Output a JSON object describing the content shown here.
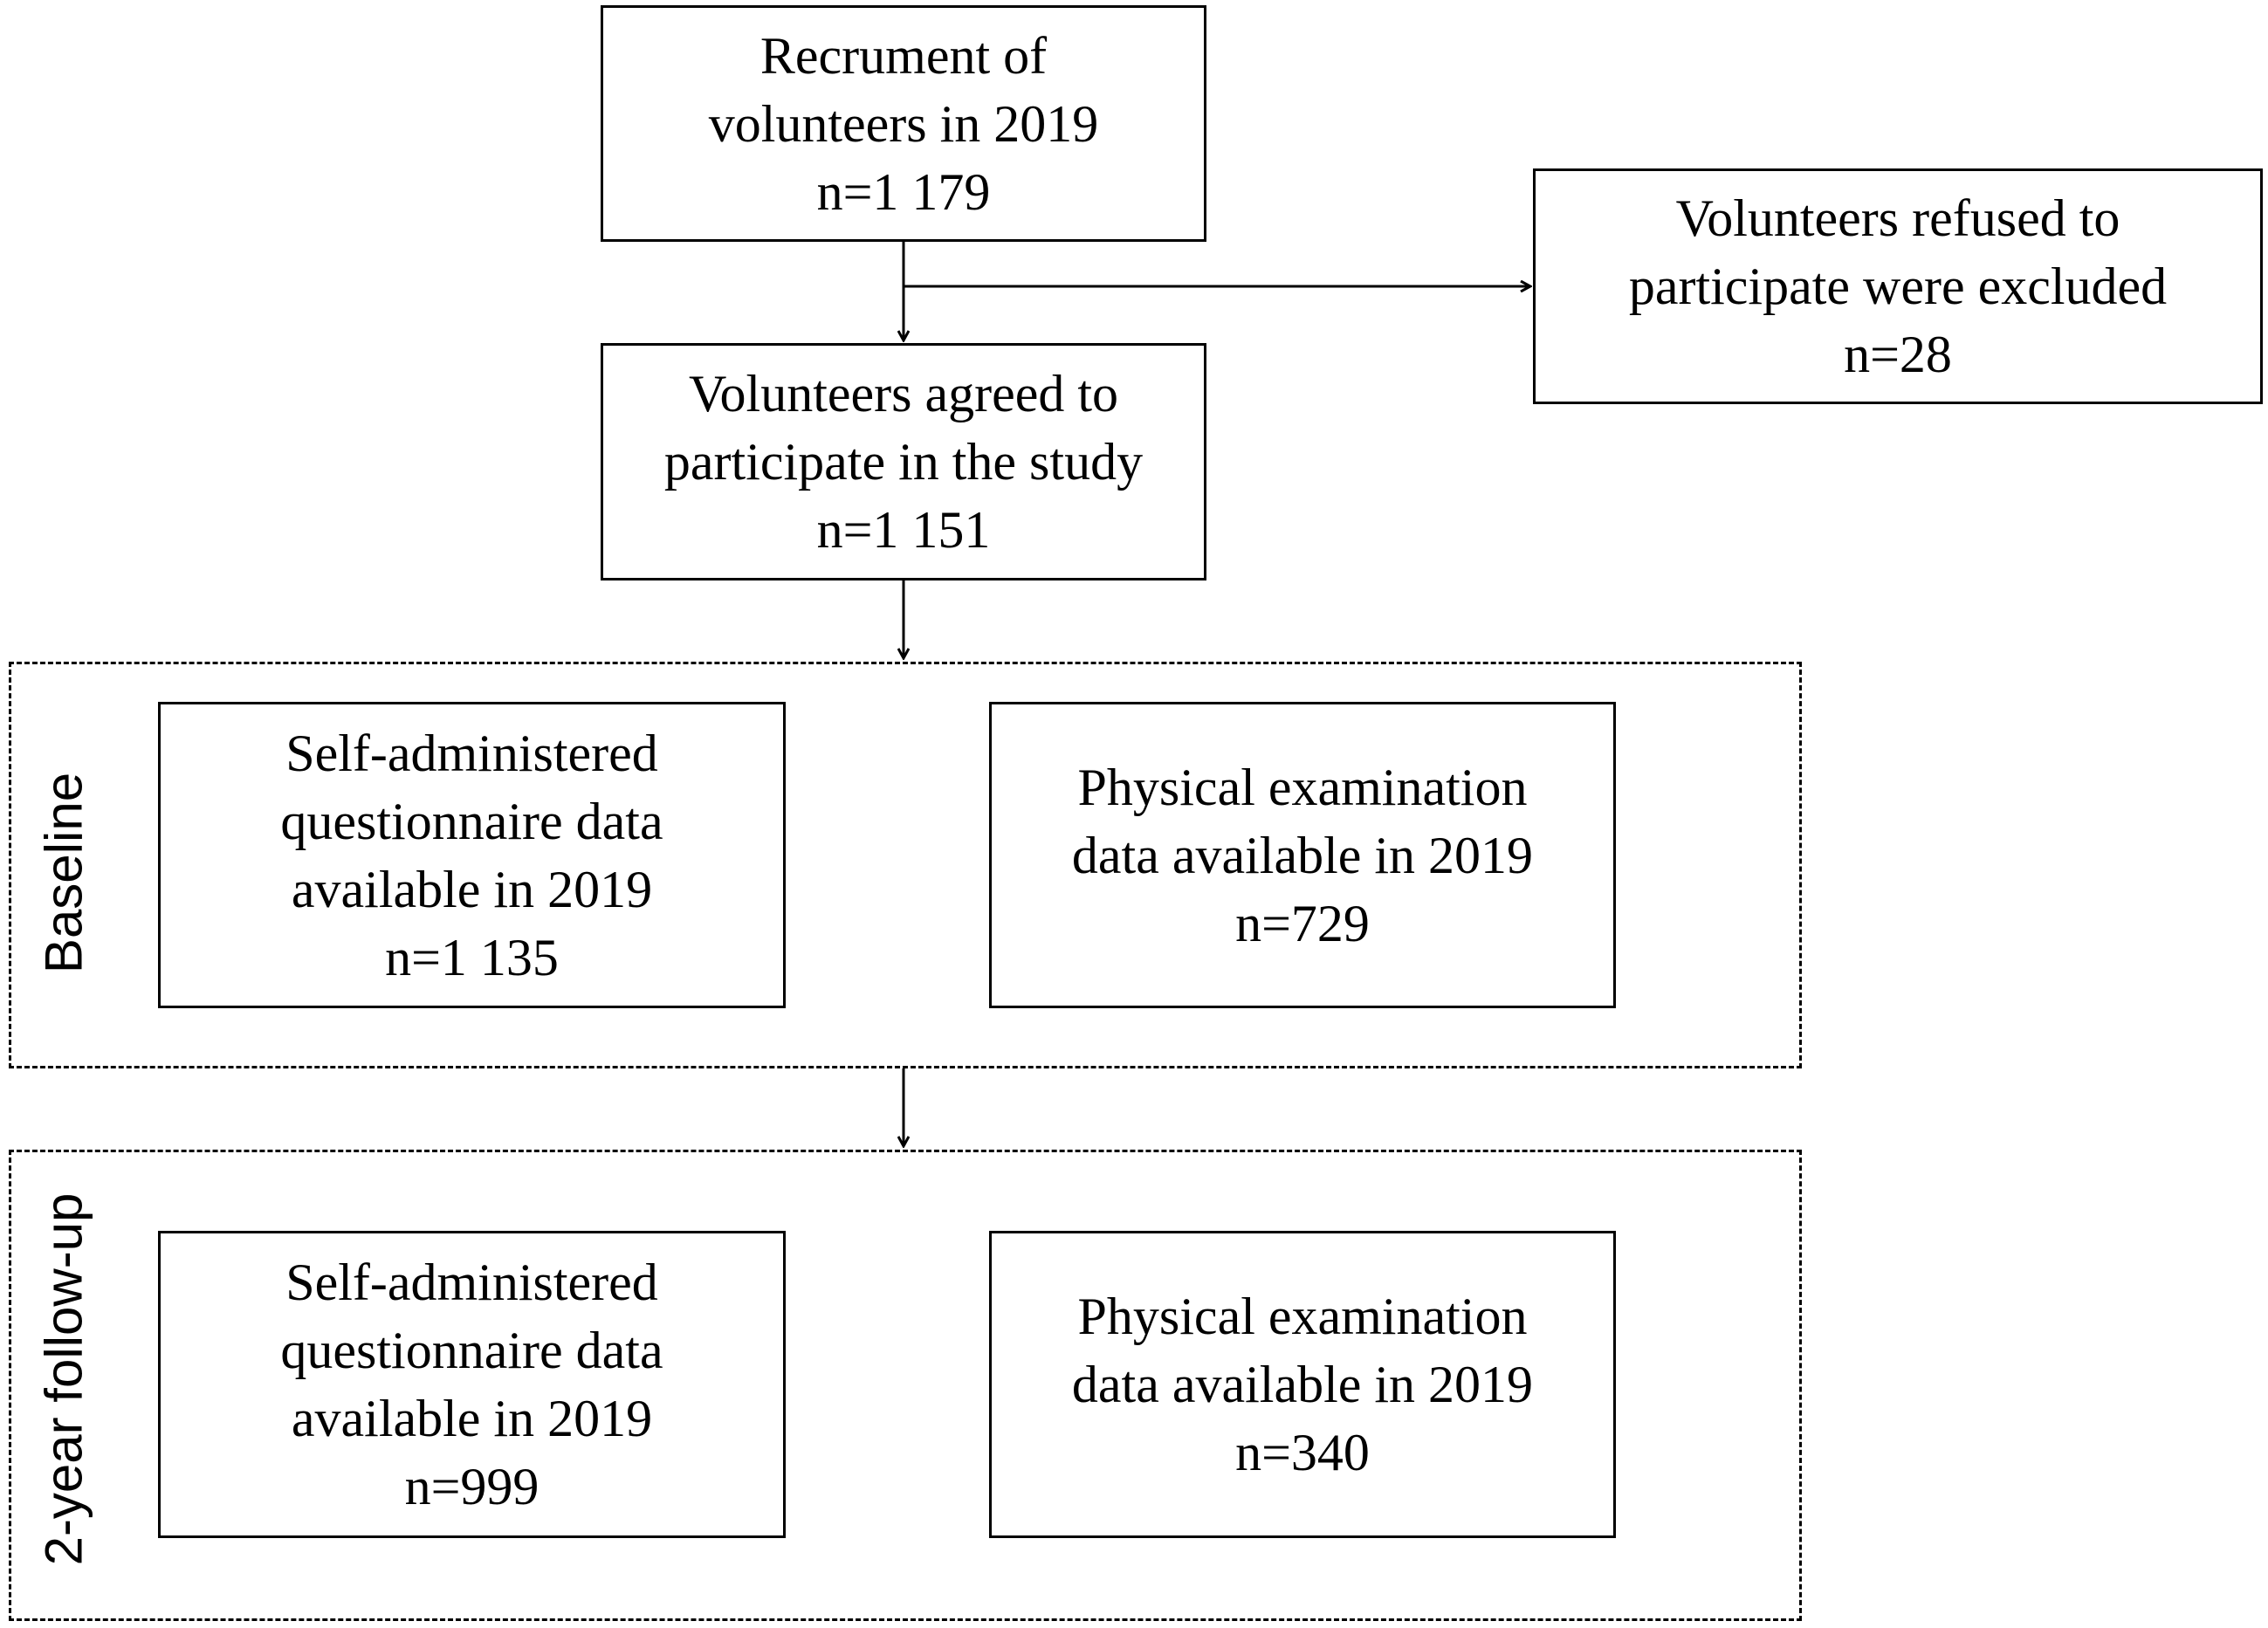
{
  "nodes": {
    "recruitment": {
      "line1": "Recrument of",
      "line2": "volunteers in 2019",
      "line3": "n=1 179"
    },
    "refused": {
      "line1": "Volunteers refused to",
      "line2": "participate were excluded",
      "line3": "n=28"
    },
    "agreed": {
      "line1": "Volunteers agreed to",
      "line2": "participate in the study",
      "line3": "n=1 151"
    },
    "baseline_questionnaire": {
      "line1": "Self-administered",
      "line2": "questionnaire data",
      "line3": "available in 2019",
      "line4": "n=1 135"
    },
    "baseline_physical": {
      "line1": "Physical examination",
      "line2": "data available in 2019",
      "line3": "n=729"
    },
    "followup_questionnaire": {
      "line1": "Self-administered",
      "line2": "questionnaire data",
      "line3": "available in 2019",
      "line4": "n=999"
    },
    "followup_physical": {
      "line1": "Physical examination",
      "line2": "data available in 2019",
      "line3": "n=340"
    }
  },
  "groups": {
    "baseline": {
      "label": "Baseline"
    },
    "followup": {
      "label": "2-year follow-up"
    }
  },
  "edges": [
    {
      "from": "recruitment",
      "to": "agreed"
    },
    {
      "from": "recruitment",
      "to": "refused"
    },
    {
      "from": "agreed",
      "to": "baseline"
    },
    {
      "from": "baseline",
      "to": "followup"
    }
  ],
  "colors": {
    "line": "#000000",
    "background": "#ffffff"
  }
}
